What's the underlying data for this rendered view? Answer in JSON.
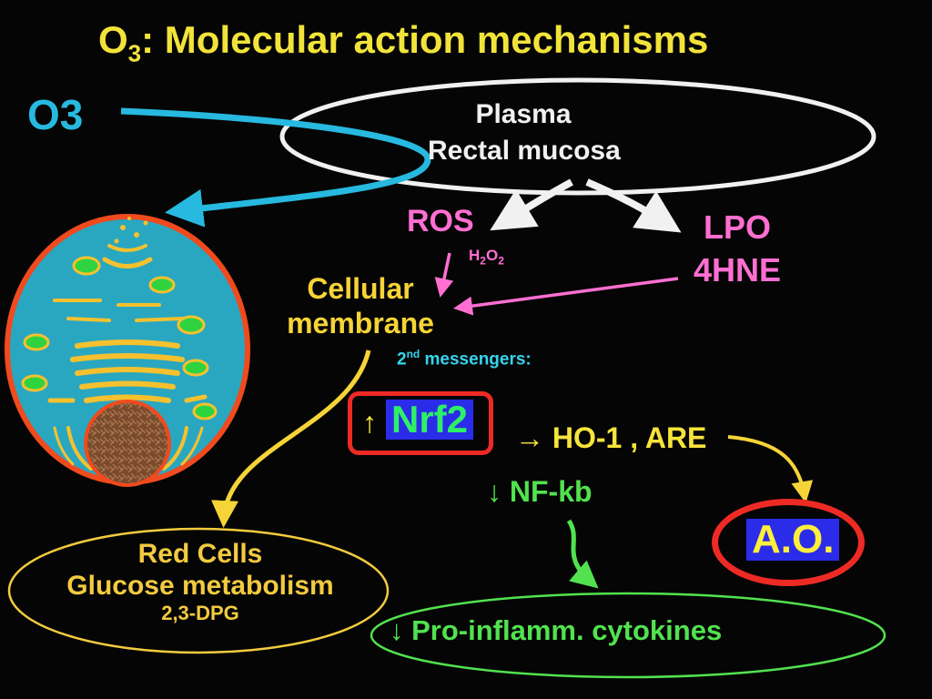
{
  "slide": {
    "title_prefix": "O",
    "title_subscript": "3",
    "title_main": ":  Molecular action mechanisms"
  },
  "labels": {
    "o3": "O3",
    "plasma_line1": "Plasma",
    "plasma_line2": "Rectal mucosa",
    "ros": "ROS",
    "h2o2_h": "H",
    "h2o2_sub1": "2",
    "h2o2_o": "O",
    "h2o2_sub2": "2",
    "lpo": "LPO",
    "hne": "4HNE",
    "cellular": "Cellular",
    "membrane": "membrane",
    "messengers_num": "2",
    "messengers_sup": "nd",
    "messengers_text": " messengers:",
    "up_arrow": "↑",
    "nrf2": "Nrf2",
    "ho1_are": "→ HO-1 , ARE",
    "nfkb": "↓ NF-kb",
    "ao": "A.O.",
    "redcells_line1": "Red Cells",
    "redcells_line2": "Glucose metabolism",
    "redcells_line3": "2,3-DPG",
    "cytokines": "↓ Pro-inflamm. cytokines"
  },
  "colors": {
    "title": "#f2e33a",
    "ozone": "#27b9df",
    "ros_lpo": "#ff6fd2",
    "membrane": "#f6d437",
    "green": "#52e24f",
    "red_outline": "#ee2a25",
    "highlight_blue": "#2b2ce9",
    "cell_fill": "#2aa7c0"
  },
  "icons": {
    "cell": "cell-icon"
  }
}
